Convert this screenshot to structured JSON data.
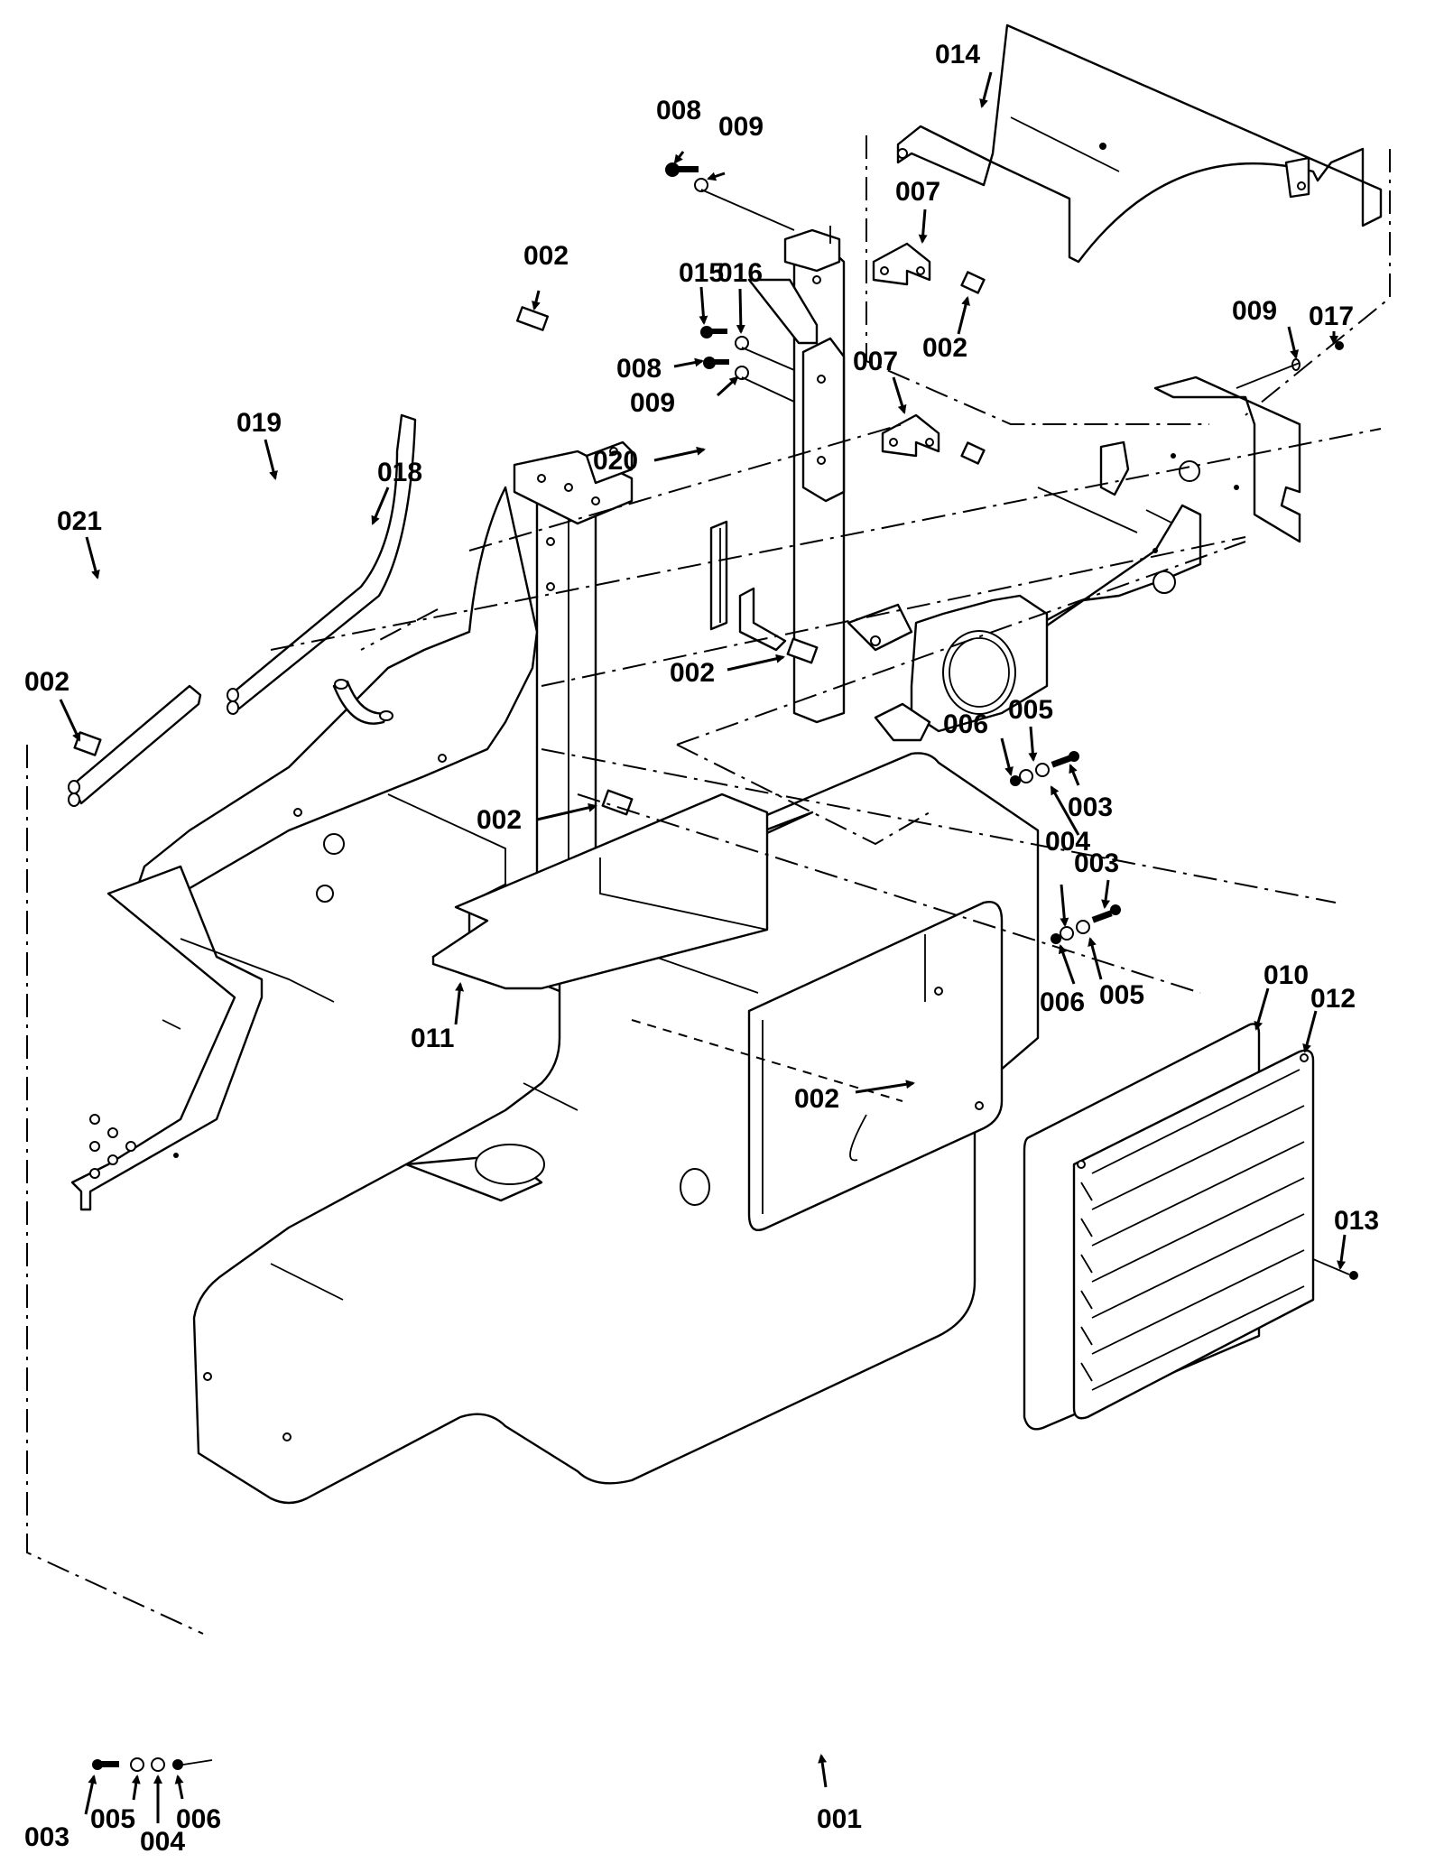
{
  "diagram": {
    "type": "exploded-parts-diagram",
    "callouts": [
      {
        "id": "c014",
        "label": "014"
      },
      {
        "id": "c008a",
        "label": "008"
      },
      {
        "id": "c009a",
        "label": "009"
      },
      {
        "id": "c007a",
        "label": "007"
      },
      {
        "id": "c002a",
        "label": "002"
      },
      {
        "id": "c015",
        "label": "015"
      },
      {
        "id": "c016",
        "label": "016"
      },
      {
        "id": "c002b",
        "label": "002"
      },
      {
        "id": "c008b",
        "label": "008"
      },
      {
        "id": "c009b",
        "label": "009"
      },
      {
        "id": "c007b",
        "label": "007"
      },
      {
        "id": "c009c",
        "label": "009"
      },
      {
        "id": "c017",
        "label": "017"
      },
      {
        "id": "c019",
        "label": "019"
      },
      {
        "id": "c018",
        "label": "018"
      },
      {
        "id": "c020",
        "label": "020"
      },
      {
        "id": "c021",
        "label": "021"
      },
      {
        "id": "c002c",
        "label": "002"
      },
      {
        "id": "c002d",
        "label": "002"
      },
      {
        "id": "c002e",
        "label": "002"
      },
      {
        "id": "c006a",
        "label": "006"
      },
      {
        "id": "c005a",
        "label": "005"
      },
      {
        "id": "c003a",
        "label": "003"
      },
      {
        "id": "c004a",
        "label": "004"
      },
      {
        "id": "c003b",
        "label": "003"
      },
      {
        "id": "c006b",
        "label": "006"
      },
      {
        "id": "c005b",
        "label": "005"
      },
      {
        "id": "c011",
        "label": "011"
      },
      {
        "id": "c010",
        "label": "010"
      },
      {
        "id": "c012",
        "label": "012"
      },
      {
        "id": "c002f",
        "label": "002"
      },
      {
        "id": "c013",
        "label": "013"
      },
      {
        "id": "c003c",
        "label": "003"
      },
      {
        "id": "c005c",
        "label": "005"
      },
      {
        "id": "c004c",
        "label": "004"
      },
      {
        "id": "c006c",
        "label": "006"
      },
      {
        "id": "c001",
        "label": "001"
      }
    ]
  }
}
